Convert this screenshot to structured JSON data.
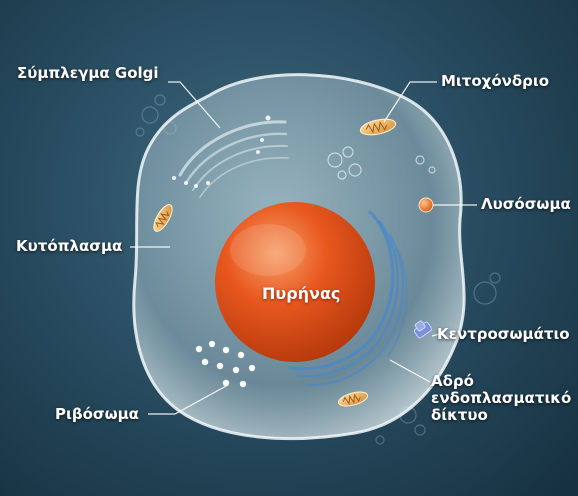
{
  "colors": {
    "background": "#1d3c4d",
    "cell_fill": "#c9dde3",
    "nucleus": "#e8581f",
    "er": "#4a88c9",
    "mitochondrion": "#e6a650",
    "lysosome": "#e8782a",
    "centrosome": "#7a90d8",
    "leader_line": "#ffffff"
  },
  "labels": {
    "golgi": "Σύμπλεγμα Golgi",
    "mitochondrion": "Μιτοχόνδριο",
    "lysosome": "Λυσόσωμα",
    "cytoplasm": "Κυτόπλασμα",
    "nucleus": "Πυρήνας",
    "centrosome": "Κεντροσωμάτιο",
    "ribosome": "Ριβόσωμα",
    "er_line1": "Αδρό",
    "er_line2": "ενδοπλασματικό",
    "er_line3": "δίκτυο"
  },
  "icons": {
    "golgi": "golgi-apparatus-icon",
    "mitochondrion": "mitochondrion-icon",
    "lysosome": "lysosome-icon",
    "centrosome": "centrosome-icon",
    "ribosome": "ribosome-dots-icon",
    "er": "endoplasmic-reticulum-icon",
    "vesicle": "vesicle-bubble-icon"
  }
}
